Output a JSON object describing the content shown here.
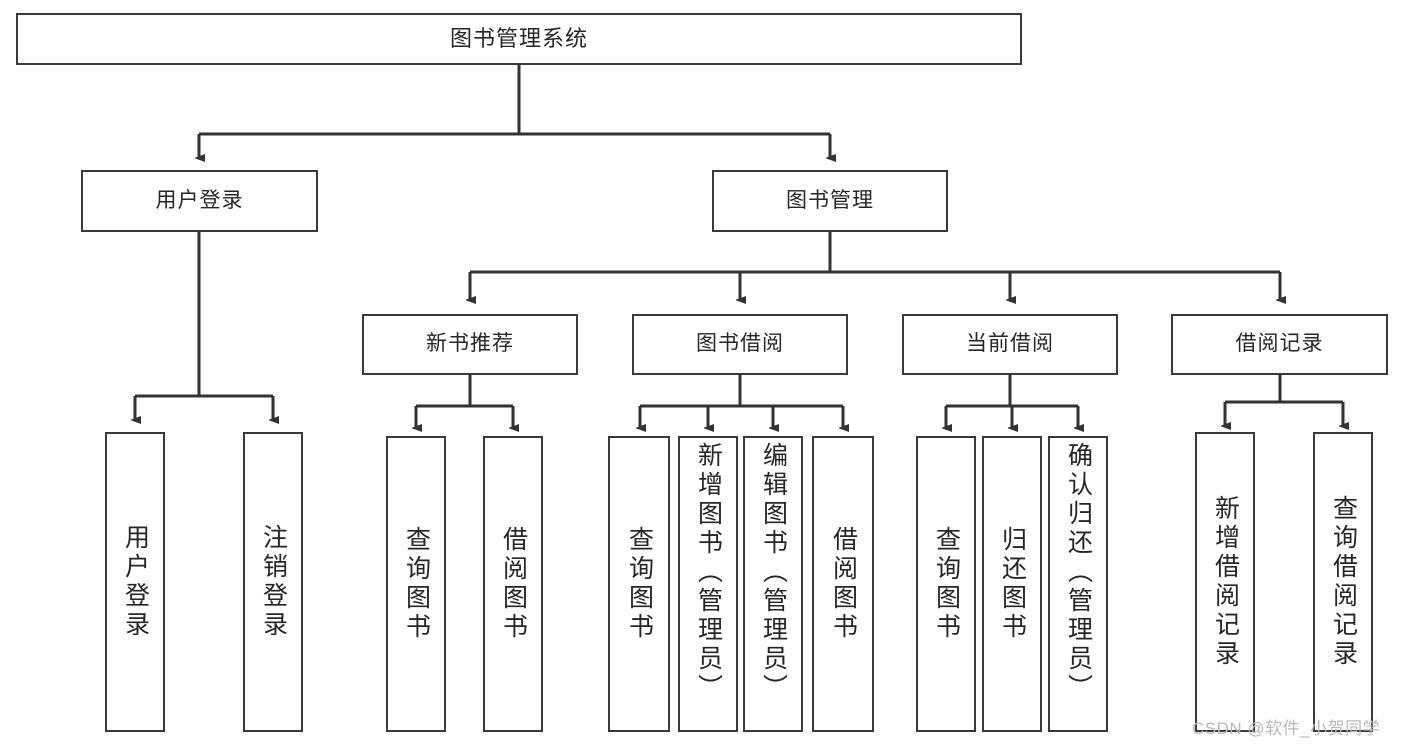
{
  "diagram": {
    "title": "图书管理系统",
    "type": "tree",
    "root": {
      "label": "图书管理系统"
    },
    "level2": [
      {
        "label": "用户登录"
      },
      {
        "label": "图书管理"
      }
    ],
    "level3": [
      {
        "label": "新书推荐"
      },
      {
        "label": "图书借阅"
      },
      {
        "label": "当前借阅"
      },
      {
        "label": "借阅记录"
      }
    ],
    "leaves": {
      "user_login": [
        {
          "label": "用户登录"
        },
        {
          "label": "注销登录"
        }
      ],
      "new_book_recommend": [
        {
          "label": "查询图书"
        },
        {
          "label": "借阅图书"
        }
      ],
      "book_borrow": [
        {
          "label": "查询图书"
        },
        {
          "label": "新增图书（管理员）"
        },
        {
          "label": "编辑图书（管理员）"
        },
        {
          "label": "借阅图书"
        }
      ],
      "current_borrow": [
        {
          "label": "查询图书"
        },
        {
          "label": "归还图书"
        },
        {
          "label": "确认归还（管理员）"
        }
      ],
      "borrow_record": [
        {
          "label": "新增借阅记录"
        },
        {
          "label": "查询借阅记录"
        }
      ]
    }
  },
  "watermark": {
    "text": "CSDN @软件_小贺同学"
  },
  "colors": {
    "box_border": "#3a3a3a",
    "box_fill": "#ffffff",
    "text": "#262626",
    "connector": "#333333",
    "watermark": "#b9b9b9",
    "background": "#ffffff"
  }
}
